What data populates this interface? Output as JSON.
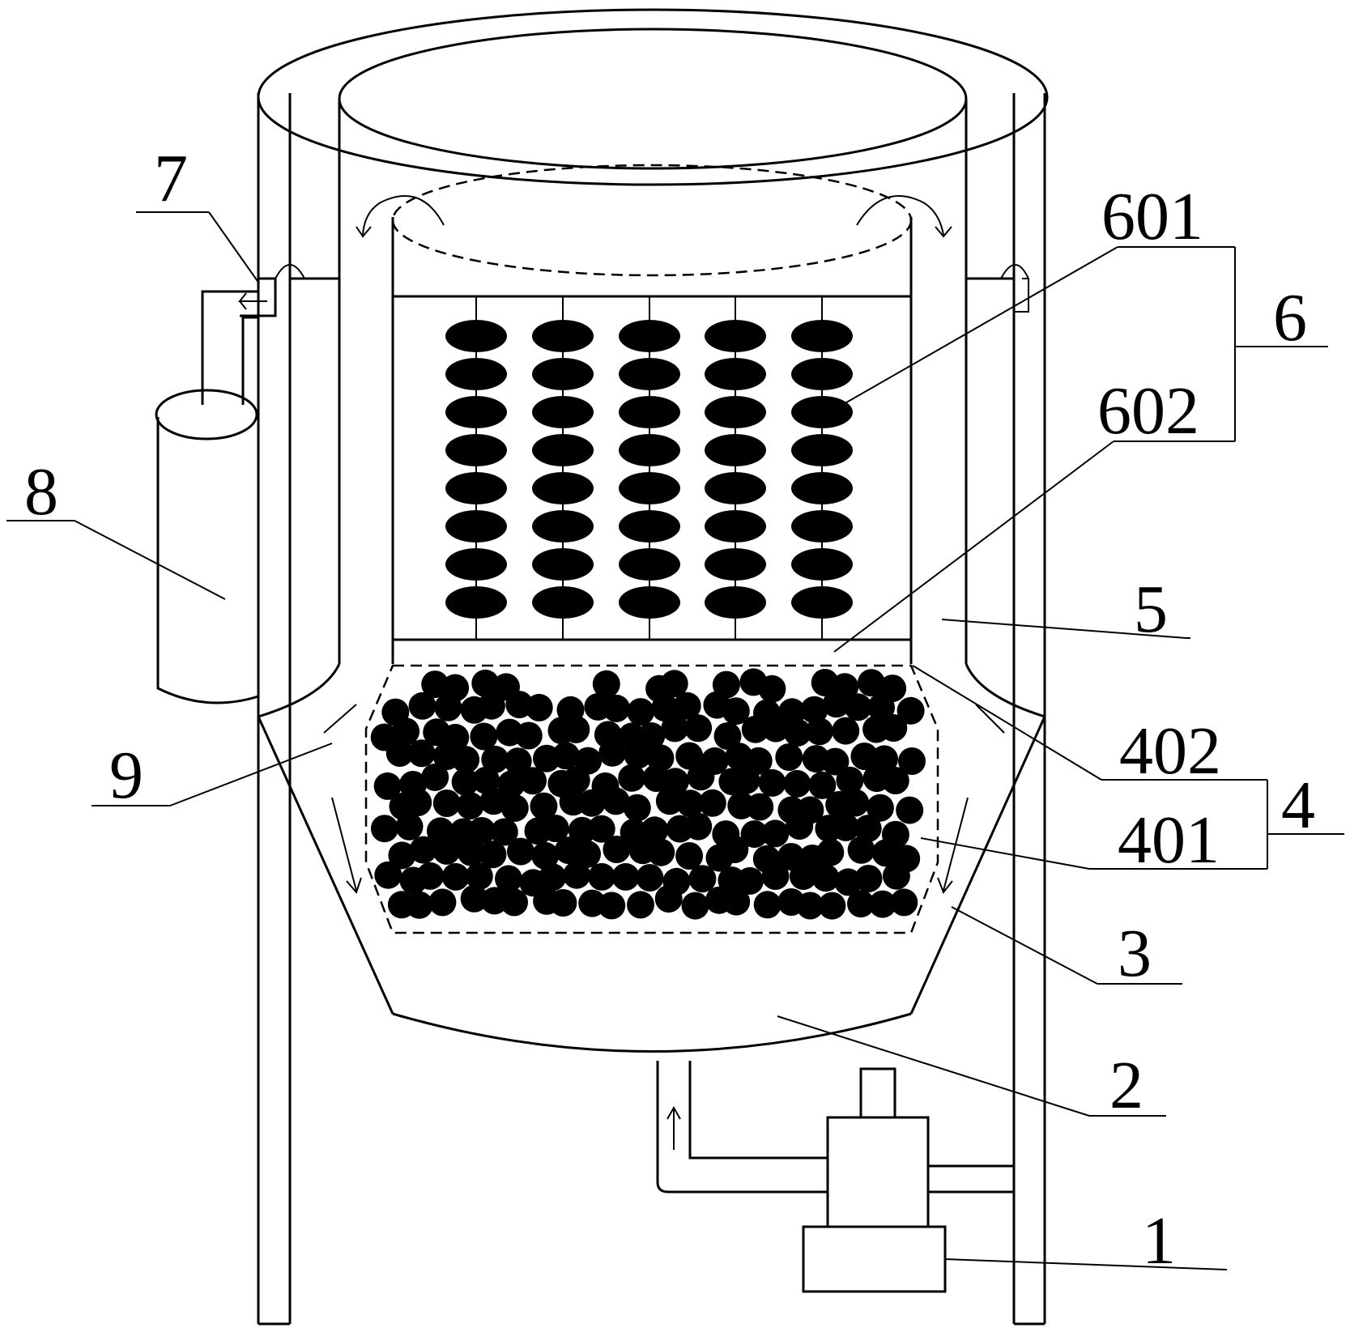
{
  "labels": {
    "l1": "1",
    "l2": "2",
    "l3": "3",
    "l4": "4",
    "l401": "401",
    "l402": "402",
    "l5": "5",
    "l6": "6",
    "l601": "601",
    "l602": "602",
    "l7": "7",
    "l8": "8",
    "l9": "9"
  },
  "colors": {
    "line": "#000000",
    "fill": "#000000",
    "background": "#ffffff"
  }
}
